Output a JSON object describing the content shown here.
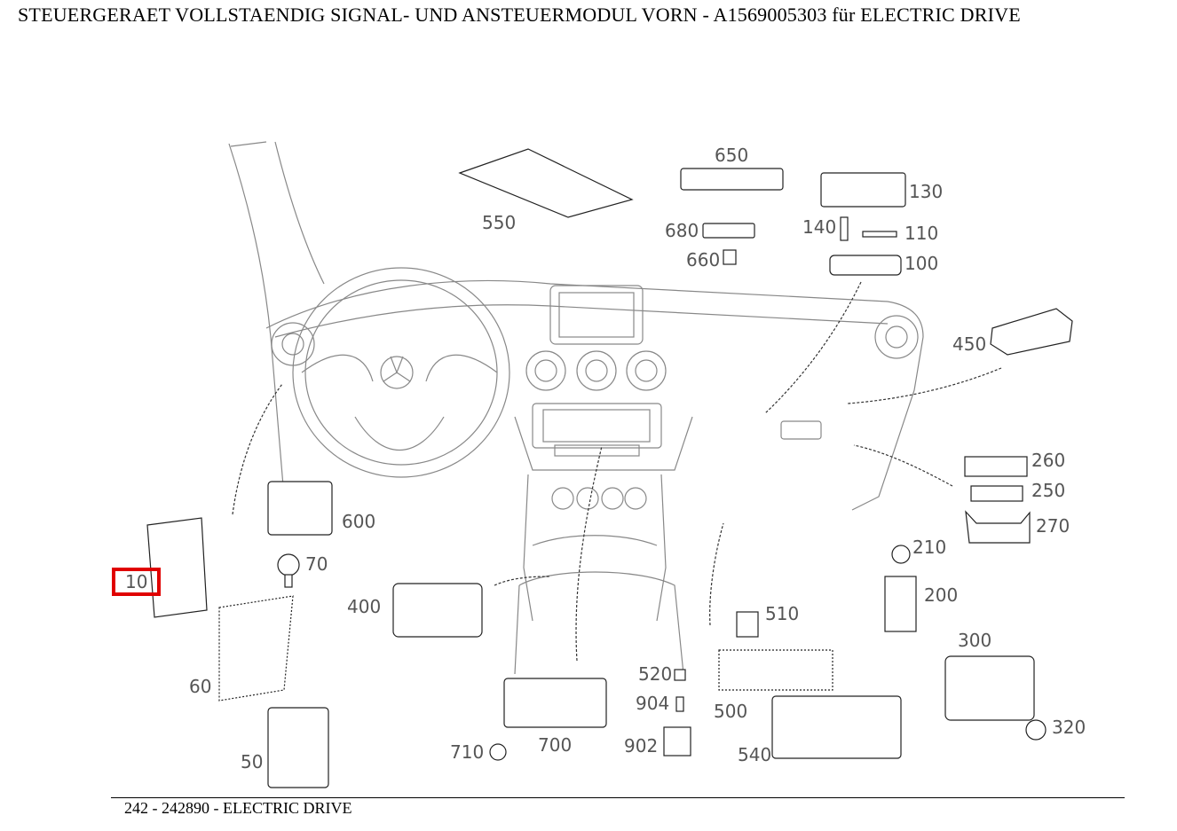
{
  "title": "STEUERGERAET VOLLSTAENDIG SIGNAL- UND ANSTEUERMODUL VORN - A1569005303 für ELECTRIC DRIVE",
  "footer": "242 - 242890 - ELECTRIC DRIVE",
  "highlight_color": "#e00000",
  "highlighted_callout": "10",
  "callouts": [
    "550",
    "650",
    "130",
    "140",
    "110",
    "680",
    "660",
    "100",
    "450",
    "260",
    "250",
    "270",
    "210",
    "200",
    "600",
    "70",
    "10",
    "400",
    "510",
    "60",
    "300",
    "520",
    "904",
    "500",
    "902",
    "710",
    "700",
    "540",
    "50",
    "320"
  ]
}
